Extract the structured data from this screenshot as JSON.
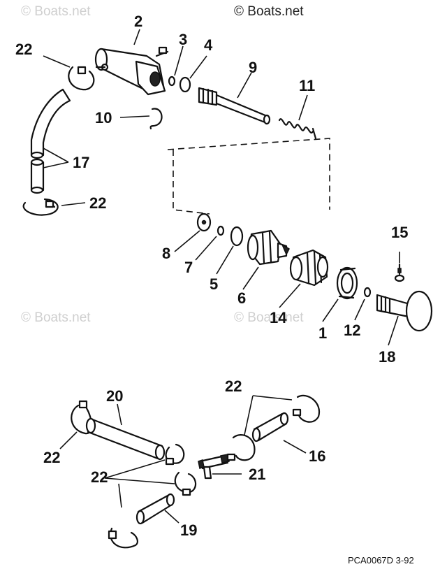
{
  "watermarks": {
    "top_left": "© Boats.net",
    "top_right": "© Boats.net",
    "mid_left": "© Boats.net",
    "mid_right": "© Boats.net"
  },
  "labels": {
    "p1": "1",
    "p2": "2",
    "p3": "3",
    "p4": "4",
    "p5": "5",
    "p6": "6",
    "p7": "7",
    "p8": "8",
    "p9": "9",
    "p10": "10",
    "p11": "11",
    "p12": "12",
    "p14": "14",
    "p15": "15",
    "p16": "16",
    "p17": "17",
    "p18": "18",
    "p19": "19",
    "p20": "20",
    "p21": "21",
    "p22a": "22",
    "p22b": "22",
    "p22c": "22",
    "p22d": "22",
    "p22e": "22"
  },
  "footer": {
    "code": "PCA0067D  3-92"
  }
}
